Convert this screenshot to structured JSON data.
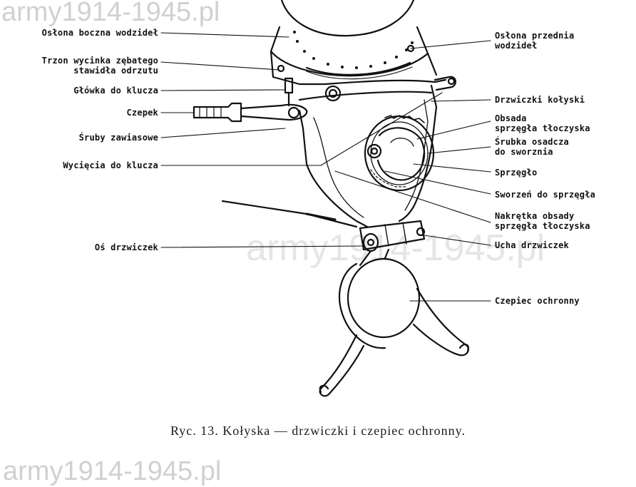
{
  "labels_left": [
    {
      "id": "oslona-boczna",
      "lines": [
        "Osłona boczna wodzideł"
      ]
    },
    {
      "id": "trzon-wycinka",
      "lines": [
        "Trzon wycinka zębatego",
        "stawidła odrzutu"
      ]
    },
    {
      "id": "glowka",
      "lines": [
        "Główka do klucza"
      ]
    },
    {
      "id": "czepek",
      "lines": [
        "Czepek"
      ]
    },
    {
      "id": "sruby",
      "lines": [
        "Śruby zawiasowe"
      ]
    },
    {
      "id": "wyciecia",
      "lines": [
        "Wycięcia do klucza"
      ]
    },
    {
      "id": "os-drzwiczek",
      "lines": [
        "Oś drzwiczek"
      ]
    }
  ],
  "labels_right": [
    {
      "id": "oslona-przednia",
      "lines": [
        "Osłona przednia",
        "wodzideł"
      ]
    },
    {
      "id": "drzwiczki-kolyski",
      "lines": [
        "Drzwiczki kołyski"
      ]
    },
    {
      "id": "obsada",
      "lines": [
        "Obsada",
        "sprzęgła tłoczyska"
      ]
    },
    {
      "id": "srubka",
      "lines": [
        "Śrubka osadcza",
        "do sworznia"
      ]
    },
    {
      "id": "sprzeglo",
      "lines": [
        "Sprzęgło"
      ]
    },
    {
      "id": "sworzen",
      "lines": [
        "Sworzeń do sprzęgła"
      ]
    },
    {
      "id": "nakretka",
      "lines": [
        "Nakrętka obsady",
        "sprzęgła tłoczyska"
      ]
    },
    {
      "id": "ucha",
      "lines": [
        "Ucha drzwiczek"
      ]
    },
    {
      "id": "czepiec",
      "lines": [
        "Czepiec ochronny"
      ]
    }
  ],
  "caption": "Ryc. 13. Kołyska — drzwiczki i czepiec ochronny.",
  "watermarks": {
    "top": "army1914-1945.pl",
    "middle": "army1914-1945.pl",
    "bottom": "army1914-1945.pl"
  }
}
